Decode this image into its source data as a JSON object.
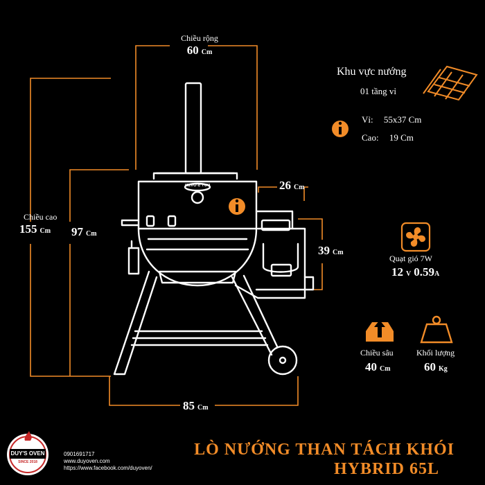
{
  "dimensions": {
    "width": {
      "label": "Chiều rộng",
      "value": "60",
      "unit": "Cm"
    },
    "height_total": {
      "label": "Chiều cao",
      "value": "155",
      "unit": "Cm"
    },
    "height_body": {
      "value": "97",
      "unit": "Cm"
    },
    "side_width": {
      "value": "26",
      "unit": "Cm"
    },
    "side_height": {
      "value": "39",
      "unit": "Cm"
    },
    "length": {
      "value": "85",
      "unit": "Cm"
    },
    "depth": {
      "label": "Chiều sâu",
      "value": "40",
      "unit": "Cm"
    },
    "weight": {
      "label": "Khối lượng",
      "value": "60",
      "unit": "Kg"
    }
  },
  "grill_area": {
    "title": "Khu vực nướng",
    "subtitle": "01 tầng vỉ",
    "grate_label": "Vỉ:",
    "grate_value": "55x37 Cm",
    "height_label": "Cao:",
    "height_value": "19 Cm"
  },
  "fan": {
    "label": "Quạt gió 7W",
    "volt": "12",
    "volt_unit": "V",
    "amp": "0.59",
    "amp_unit": "A"
  },
  "badge": {
    "lid_text": "DUY'S OVEN"
  },
  "logo": {
    "name": "DUY'S OVEN",
    "since": "SINCE 2018"
  },
  "contact": {
    "phone": "0901691717",
    "website": "www.duyoven.com",
    "facebook": "https://www.facebook.com/duyoven/"
  },
  "product": {
    "title_line1": "LÒ NƯỚNG THAN TÁCH KHÓI",
    "title_line2": "HYBRID 65L"
  },
  "colors": {
    "accent": "#f28c28",
    "background": "#000000",
    "line": "#ffffff"
  }
}
